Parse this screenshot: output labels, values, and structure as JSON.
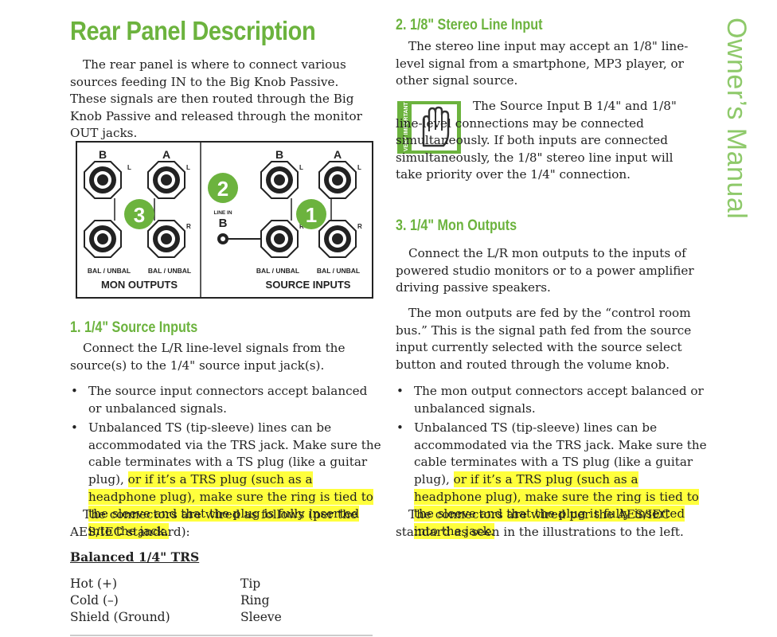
{
  "title": "Rear Panel Description",
  "side_label": "Owner’s Manual",
  "intro": "The rear panel is where to connect various sources feeding IN to the Big Knob Passive. These signals are then routed through the Big Knob Passive and released through the monitor OUT jacks.",
  "diagram": {
    "jack_letters": [
      "B",
      "A",
      "B",
      "A"
    ],
    "side_l": "L",
    "side_r": "R",
    "bal_unbal": "BAL / UNBAL",
    "mon_outputs": "MON OUTPUTS",
    "source_inputs": "SOURCE INPUTS",
    "line_in": "LINE IN",
    "line_in_b": "B",
    "badge_1": "1",
    "badge_2": "2",
    "badge_3": "3"
  },
  "sec1": {
    "heading": "1. 1/4\" Source Inputs",
    "para": "Connect the L/R line-level signals from the source(s) to the 1/4\" source input jack(s).",
    "bullet1": "The source input connectors accept balanced or unbalanced signals.",
    "bullet2_a": "Unbalanced TS (tip-sleeve) lines can be accommodated via the TRS jack. Make sure the cable terminates with a TS plug (like a guitar plug), ",
    "bullet2_b": "or if it’s a TRS plug (such as a headphone plug), make sure the ring is tied to the sleeve and that the plug is fully inserted into the jack.",
    "para2": "The connectors are wired as follows (per the AES/IEC standard):",
    "table_heading": "Balanced 1/4\" TRS",
    "rows": [
      {
        "signal": "Hot (+)",
        "contact": "Tip"
      },
      {
        "signal": "Cold (–)",
        "contact": "Ring"
      },
      {
        "signal": "Shield (Ground)",
        "contact": "Sleeve"
      }
    ]
  },
  "sec2": {
    "heading": "2. 1/8\" Stereo Line Input",
    "para": "The stereo line input may accept an 1/8\" line-level signal from a smartphone, MP3 player, or other signal source.",
    "warn_label": "VERY IMPORTANT",
    "warn_text": "The Source Input B 1/4\" and 1/8\" line-level connections may be connected simultaneously. If both inputs are connected simultaneously, the 1/8\" stereo line input will take priority over the 1/4\" connection."
  },
  "sec3": {
    "heading": "3. 1/4\" Mon Outputs",
    "para1": "Connect the L/R mon outputs to the inputs of powered studio monitors or to a power amplifier driving passive speakers.",
    "para2": "The mon outputs are fed by the “control room bus.” This is the signal path fed from the source input currently selected with the source select button and routed through the volume knob.",
    "bullet1": "The mon output connectors accept balanced or unbalanced signals.",
    "bullet2_a": "Unbalanced TS (tip-sleeve) lines can be accommodated via the TRS jack. Make sure the cable terminates with a TS plug (like a guitar plug), ",
    "bullet2_b": "or if it’s a TRS plug (such as a headphone plug), make sure the ring is tied to the sleeve and that the plug is fully inserted into the jack.",
    "para3": "The connectors are wired per the AES/IEC standard as seen in the illustrations to the left."
  },
  "colors": {
    "accent": "#6cb33e",
    "highlight": "#ffff3c"
  }
}
